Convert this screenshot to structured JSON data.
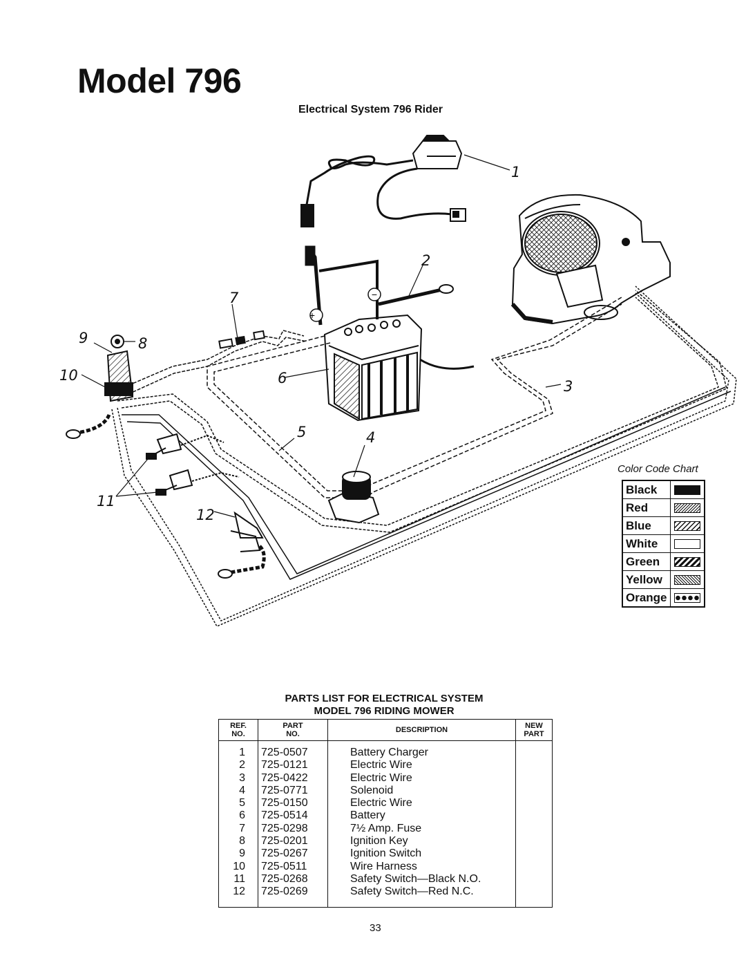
{
  "page": {
    "title": "Model 796",
    "page_number": "33"
  },
  "diagram": {
    "subtitle": "Electrical System 796 Rider",
    "callouts": [
      "1",
      "2",
      "3",
      "4",
      "5",
      "6",
      "7",
      "8",
      "9",
      "10",
      "11",
      "12"
    ],
    "polarity": {
      "positive": "+",
      "negative": "−"
    }
  },
  "color_chart": {
    "title": "Color Code Chart",
    "entries": [
      {
        "name": "Black",
        "pattern": "solid"
      },
      {
        "name": "Red",
        "pattern": "fine-hatch"
      },
      {
        "name": "Blue",
        "pattern": "medium-hatch"
      },
      {
        "name": "White",
        "pattern": "empty"
      },
      {
        "name": "Green",
        "pattern": "heavy-hatch"
      },
      {
        "name": "Yellow",
        "pattern": "cross-hatch"
      },
      {
        "name": "Orange",
        "pattern": "dots"
      }
    ]
  },
  "parts_list": {
    "heading_line1": "PARTS LIST FOR ELECTRICAL SYSTEM",
    "heading_line2": "MODEL 796 RIDING MOWER",
    "headers": {
      "ref_line1": "REF.",
      "ref_line2": "NO.",
      "part_line1": "PART",
      "part_line2": "NO.",
      "description": "DESCRIPTION",
      "new_line1": "NEW",
      "new_line2": "PART"
    },
    "rows": [
      {
        "ref": "1",
        "part_no": "725-0507",
        "description": "Battery Charger"
      },
      {
        "ref": "2",
        "part_no": "725-0121",
        "description": "Electric Wire"
      },
      {
        "ref": "3",
        "part_no": "725-0422",
        "description": "Electric Wire"
      },
      {
        "ref": "4",
        "part_no": "725-0771",
        "description": "Solenoid"
      },
      {
        "ref": "5",
        "part_no": "725-0150",
        "description": "Electric Wire"
      },
      {
        "ref": "6",
        "part_no": "725-0514",
        "description": "Battery"
      },
      {
        "ref": "7",
        "part_no": "725-0298",
        "description": "7½ Amp. Fuse"
      },
      {
        "ref": "8",
        "part_no": "725-0201",
        "description": "Ignition Key"
      },
      {
        "ref": "9",
        "part_no": "725-0267",
        "description": "Ignition Switch"
      },
      {
        "ref": "10",
        "part_no": "725-0511",
        "description": "Wire Harness"
      },
      {
        "ref": "11",
        "part_no": "725-0268",
        "description": "Safety Switch—Black N.O."
      },
      {
        "ref": "12",
        "part_no": "725-0269",
        "description": "Safety Switch—Red N.C."
      }
    ]
  }
}
